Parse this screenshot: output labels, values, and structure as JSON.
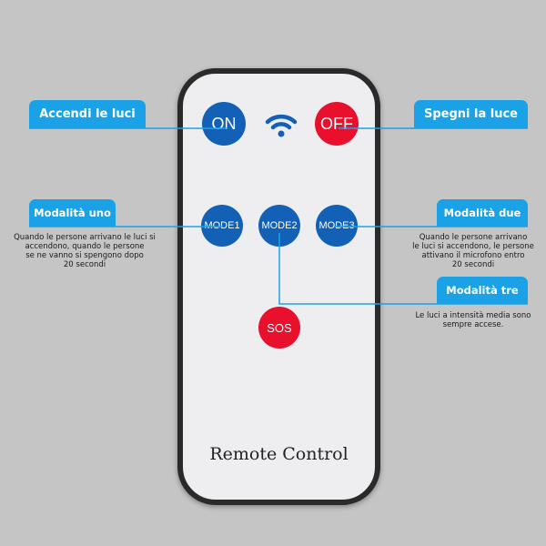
{
  "remote": {
    "title": "Remote Control",
    "buttons": {
      "on": "ON",
      "off": "OFF",
      "mode1": "MODE1",
      "mode2": "MODE2",
      "mode3": "MODE3",
      "sos": "SOS"
    }
  },
  "labels": {
    "on": "Accendi le luci",
    "off": "Spegni la luce",
    "mode1": {
      "title": "Modalità uno",
      "lines": [
        "Quando le persone arrivano le luci si",
        "accendono, quando le persone",
        "se ne vanno si spengono dopo",
        "20 secondi"
      ]
    },
    "mode2": {
      "title": "Modalità due",
      "lines": [
        "Quando le persone arrivano",
        "le luci si accendono, le persone",
        "attivano il microfono entro",
        "20 secondi"
      ]
    },
    "mode3": {
      "title": "Modalità tre",
      "lines": [
        "Le luci a intensità media sono",
        "sempre accese."
      ]
    }
  },
  "colors": {
    "callout": "#1ba2e6",
    "blue_button": "#1261b6",
    "red_button": "#e8102c"
  }
}
